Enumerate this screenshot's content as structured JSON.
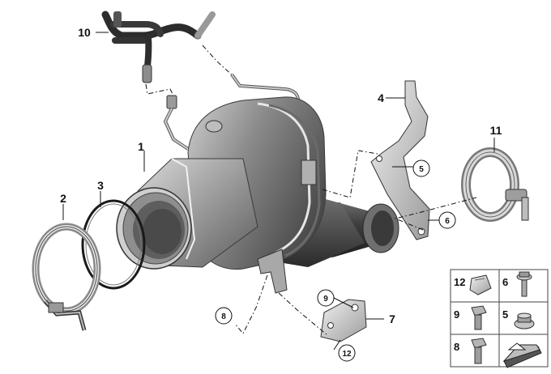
{
  "callouts": {
    "c1": "1",
    "c2": "2",
    "c3": "3",
    "c4": "4",
    "c5": "5",
    "c6": "6",
    "c7": "7",
    "c8": "8",
    "c9": "9",
    "c10": "10",
    "c11": "11",
    "c12": "12"
  },
  "legend": {
    "items": [
      {
        "label": "12",
        "icon": "clip-nut-icon"
      },
      {
        "label": "6",
        "icon": "flange-bolt-icon"
      },
      {
        "label": "9",
        "icon": "hex-bolt-icon"
      },
      {
        "label": "5",
        "icon": "collar-nut-icon"
      },
      {
        "label": "8",
        "icon": "hex-screw-icon"
      }
    ],
    "arrow_icon": "direction-arrow-icon"
  }
}
